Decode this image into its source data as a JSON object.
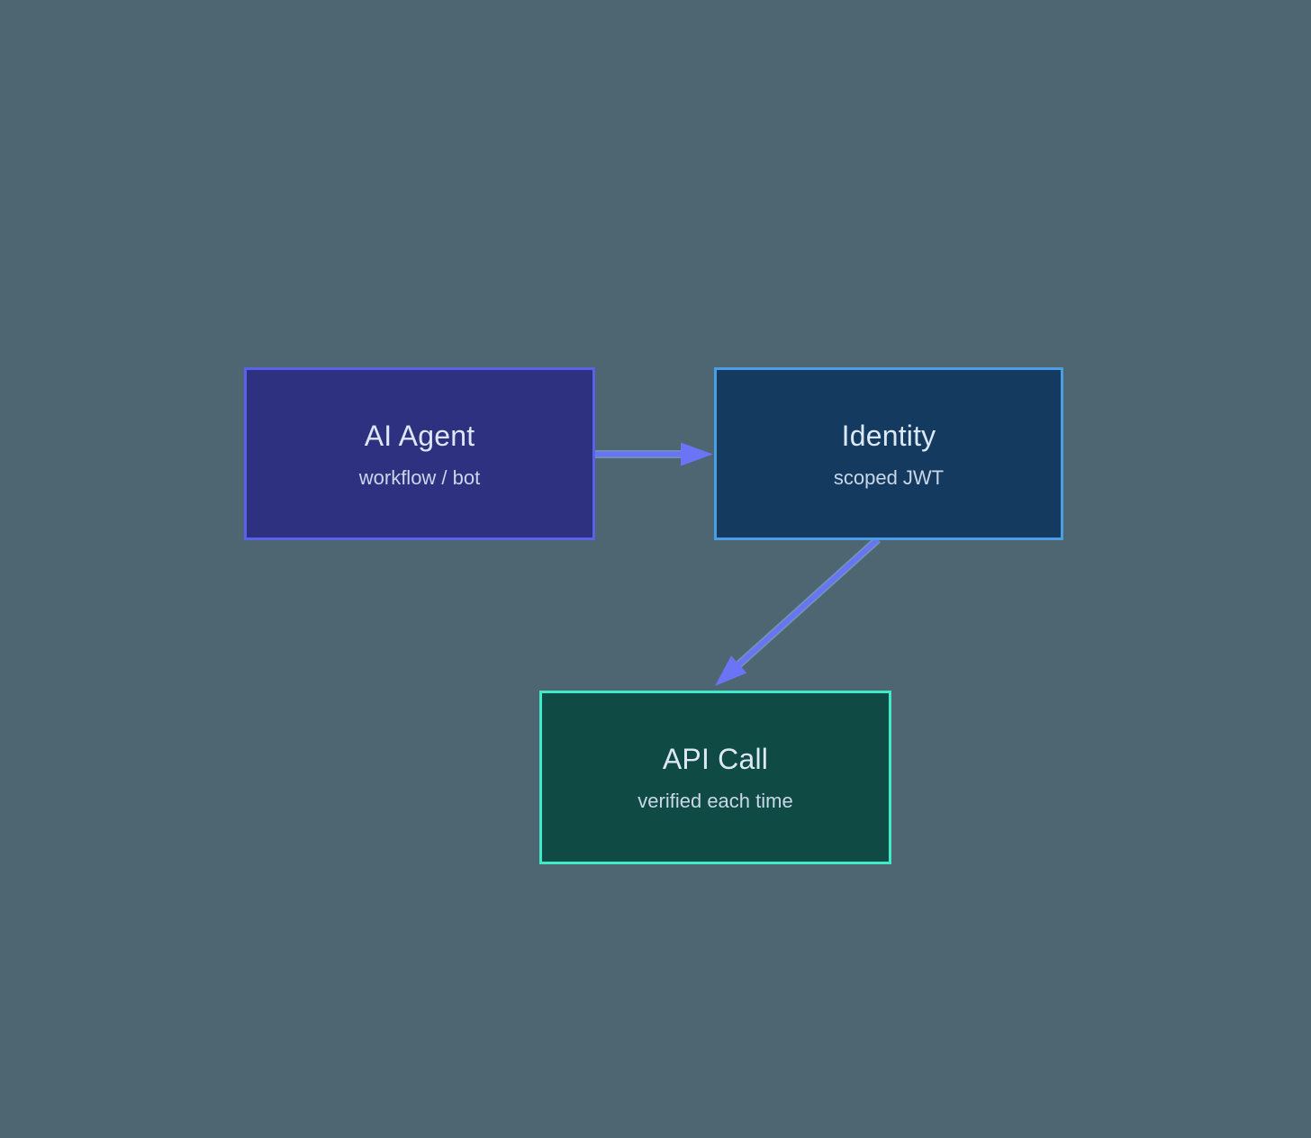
{
  "diagram": {
    "background_color": "#4D6672",
    "arrow_color": "#6874F3",
    "arrow_halo_color": "#8EB6EE",
    "nodes": [
      {
        "id": "ai-agent",
        "title": "AI Agent",
        "subtitle": "workflow / bot",
        "fill_color": "#2D3180",
        "border_color": "#5A62EC"
      },
      {
        "id": "identity",
        "title": "Identity",
        "subtitle": "scoped JWT",
        "fill_color": "#143A5F",
        "border_color": "#4A9EE6"
      },
      {
        "id": "api-call",
        "title": "API Call",
        "subtitle": "verified each time",
        "fill_color": "#0F4A44",
        "border_color": "#3EEBC6"
      }
    ],
    "edges": [
      {
        "from": "ai-agent",
        "to": "identity"
      },
      {
        "from": "identity",
        "to": "api-call"
      }
    ]
  }
}
